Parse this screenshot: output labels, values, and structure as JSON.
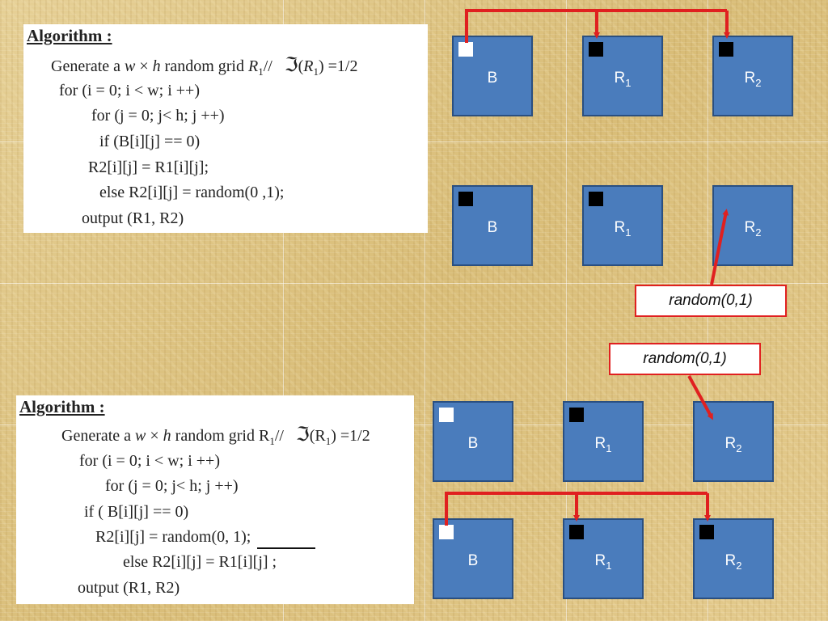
{
  "algorithms": [
    {
      "title": "Algorithm   :",
      "lines": [
        {
          "a": "Generate a ",
          "w": "w",
          "x": " × ",
          "h": "h",
          "b": " random grid ",
          "r": "R",
          "s": "1",
          "c": "// ",
          "frak": "ℑ",
          "d": "(",
          "r2": "R",
          "s2": "1",
          "e": ") =1/2"
        },
        {
          "text": "for (i = 0; i < w; i ++)"
        },
        {
          "text": "for (j = 0; j< h; j ++)"
        },
        {
          "text": "if (B[i][j] == 0)"
        },
        {
          "text": "R2[i][j] = R1[i][j];"
        },
        {
          "text": "else    R2[i][j] = random(0 ,1);"
        },
        {
          "text": "output (R1, R2)"
        }
      ]
    },
    {
      "title": "Algorithm   :",
      "lines": [
        {
          "text": "for (i = 0; i < w; i ++)"
        },
        {
          "text": "for (j = 0; j< h; j ++)"
        },
        {
          "text": "if ( B[i][j] == 0)"
        },
        {
          "text": "R2[i][j] = random(0, 1);"
        },
        {
          "text": "else    R2[i][j] = R1[i][j] ;"
        },
        {
          "text": "output (R1, R2)"
        }
      ]
    }
  ],
  "labels": {
    "b": "B",
    "r": "R",
    "sub1": "1",
    "sub2": "2"
  },
  "random_labels": [
    "random(0,1)",
    "random(0,1)"
  ],
  "colors": {
    "box_fill": "#4a7cbc",
    "arrow": "#e02020"
  }
}
